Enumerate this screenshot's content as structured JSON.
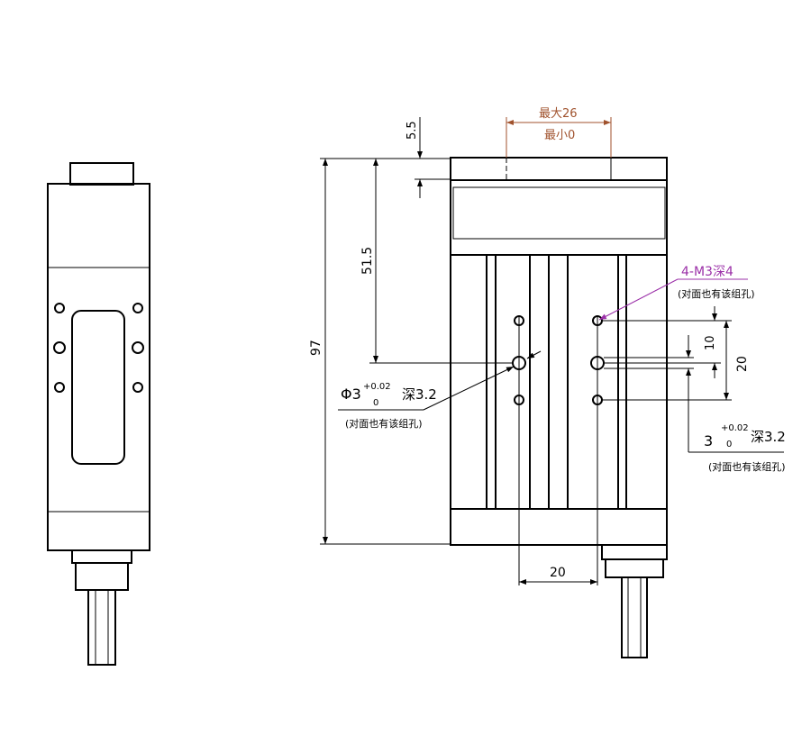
{
  "dimensions": {
    "stroke_max": "最大26",
    "stroke_min": "最小0",
    "top_offset": "5.5",
    "height_to_hole": "51.5",
    "total_height": "97",
    "tap_hole": "4-M3深4",
    "tap_note": "(对面也有该组孔)",
    "pin_hole_left": "Φ3",
    "tol_upper_left": "+0.02",
    "tol_lower_left": "0",
    "depth_left": "深3.2",
    "note_left": "(对面也有该组孔)",
    "pin_hole_right": "3",
    "tol_upper_right": "+0.02",
    "tol_lower_right": "0",
    "depth_right": "深3.2",
    "note_right": "(对面也有该组孔)",
    "hole_pitch_small": "10",
    "hole_pitch_large": "20",
    "hole_spacing_horizontal": "20"
  },
  "colors": {
    "line": "#000000",
    "stroke_dim": "#a0522d",
    "tap_callout": "#9b30a8"
  }
}
